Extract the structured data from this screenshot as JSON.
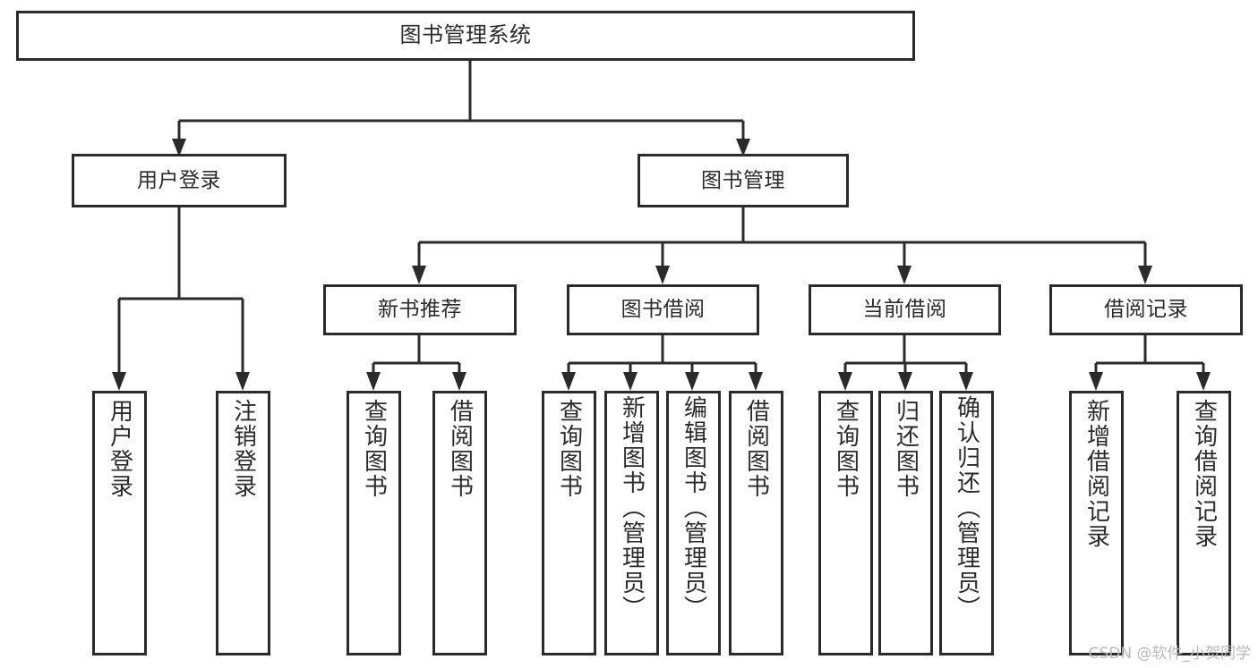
{
  "diagram": {
    "title": "图书管理系统",
    "type": "functional-structure-tree",
    "colors": {
      "background": "#ffffff",
      "stroke": "#2b2b2b",
      "box_fill": "#ffffff",
      "text": "#2b2b2b",
      "watermark": "#b9b9b9"
    },
    "watermark": "CSDN @软件_小贺同学",
    "root": {
      "label": "图书管理系统"
    },
    "level2": [
      {
        "label": "用户登录"
      },
      {
        "label": "图书管理"
      }
    ],
    "level3": [
      {
        "label": "新书推荐"
      },
      {
        "label": "图书借阅"
      },
      {
        "label": "当前借阅"
      },
      {
        "label": "借阅记录"
      }
    ],
    "leaves": {
      "user_login": [
        {
          "label": "用户登录"
        },
        {
          "label": "注销登录"
        }
      ],
      "new_book_recommend": [
        {
          "label": "查询图书"
        },
        {
          "label": "借阅图书"
        }
      ],
      "book_borrow": [
        {
          "label": "查询图书"
        },
        {
          "label": "新增图书（管理员）"
        },
        {
          "label": "编辑图书（管理员）"
        },
        {
          "label": "借阅图书"
        }
      ],
      "current_borrow": [
        {
          "label": "查询图书"
        },
        {
          "label": "归还图书"
        },
        {
          "label": "确认归还（管理员）"
        }
      ],
      "borrow_record": [
        {
          "label": "新增借阅记录"
        },
        {
          "label": "查询借阅记录"
        }
      ]
    }
  }
}
